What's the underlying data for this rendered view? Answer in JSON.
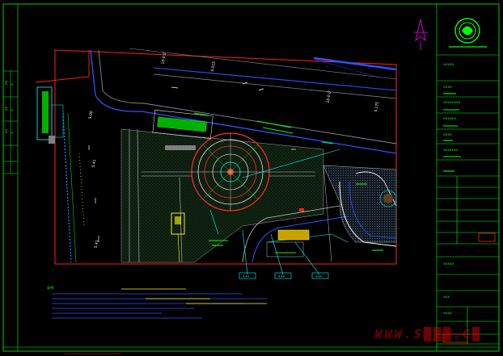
{
  "drawing": {
    "frame_color": "#00ff00",
    "site_boundary_color": "#ff2020",
    "accent_yellow": "#ffff00",
    "accent_cyan": "#00ffff",
    "accent_blue": "#3050ff",
    "accent_magenta": "#ff00ff"
  },
  "road_labels": {
    "r1": "10-0.0",
    "r2": "5.015",
    "r3": "10-0.0",
    "r4": "5.175",
    "r5": "5.00",
    "r6": "5.41",
    "r7": "5.41"
  },
  "callouts": [
    "4.44",
    "4.44",
    "4.44"
  ],
  "title_block": {
    "rows": [
      "xxxxx",
      "xxxx",
      "xxxxxxxx",
      "xxxxxx",
      "xxxx",
      "xxxxxxx",
      "xxxxx",
      "xxx",
      "xxxx"
    ]
  },
  "left_margin_labels": [
    "xx",
    "x",
    "xx",
    "x",
    "xx",
    "x"
  ],
  "notes_title": "说明:",
  "watermark": "WWW.S███.C█"
}
